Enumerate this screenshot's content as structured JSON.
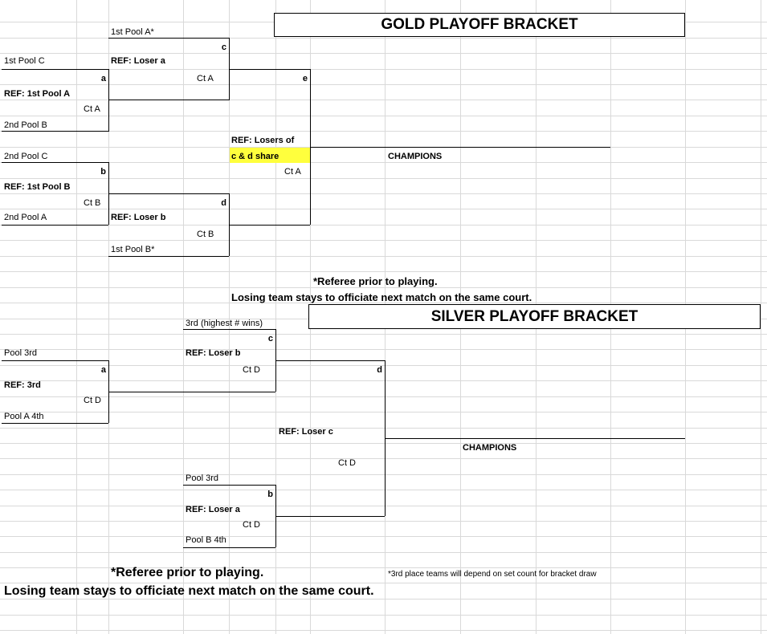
{
  "gold": {
    "title": "GOLD PLAYOFF BRACKET",
    "top_seed": "1st Pool A*",
    "match_c": "c",
    "ref_loser_a": "REF: Loser a",
    "team_1st_pool_c": "1st Pool C",
    "match_a": "a",
    "ct_a_c": "Ct A",
    "match_e": "e",
    "ref_1st_pool_a": "REF: 1st Pool A",
    "ct_a_a": "Ct A",
    "team_2nd_pool_b": "2nd Pool B",
    "ref_losers_of": "REF: Losers of",
    "cd_share": "c & d share",
    "champions": "CHAMPIONS",
    "team_2nd_pool_c": "2nd Pool C",
    "ct_a_e": "Ct A",
    "match_b": "b",
    "ref_1st_pool_b": "REF: 1st Pool B",
    "ct_b_b": "Ct B",
    "match_d": "d",
    "team_2nd_pool_a": "2nd Pool A",
    "ref_loser_b": "REF: Loser b",
    "ct_b_d": "Ct B",
    "bottom_seed": "1st Pool B*",
    "note_referee": "*Referee prior to playing.",
    "note_losing": "Losing team stays to officiate next match on the same court."
  },
  "silver": {
    "title": "SILVER PLAYOFF BRACKET",
    "third_highest": "3rd (highest # wins)",
    "match_c": "c",
    "team_pool_3rd_a": "Pool 3rd",
    "ref_loser_b": "REF: Loser b",
    "match_a": "a",
    "ct_d_c": "Ct D",
    "match_d": "d",
    "ref_3rd": "REF: 3rd",
    "ct_d_a": "Ct D",
    "team_pool_a_4th": "Pool A 4th",
    "ref_loser_c": "REF: Loser c",
    "champions": "CHAMPIONS",
    "ct_d_d": "Ct D",
    "team_pool_3rd_b": "Pool 3rd",
    "match_b": "b",
    "ref_loser_a": "REF: Loser a",
    "ct_d_b": "Ct D",
    "team_pool_b_4th": "Pool B 4th",
    "note_referee": "*Referee prior to playing.",
    "note_losing": "Losing team stays to officiate next match on the same court.",
    "note_third": "*3rd place teams will depend on set count for bracket draw"
  },
  "colors": {
    "highlight": "#ffff3d",
    "gridline": "#d9d9d9"
  }
}
